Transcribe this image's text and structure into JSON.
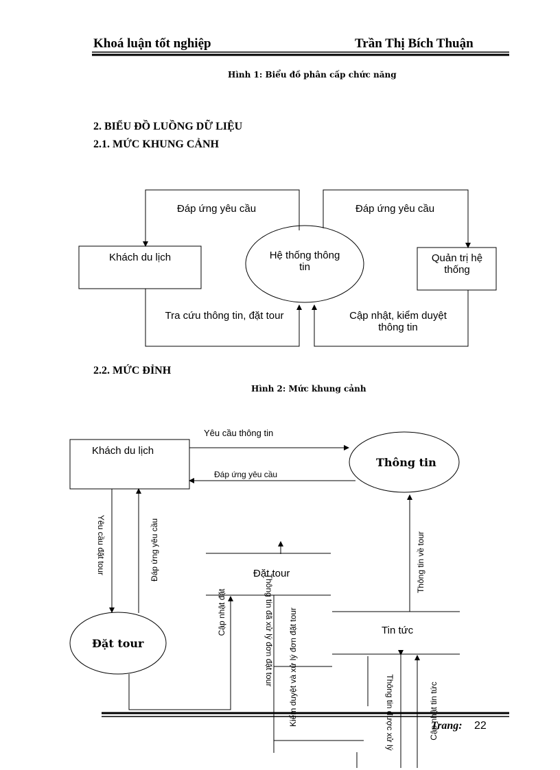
{
  "header": {
    "left": "Khoá luận tốt nghiệp",
    "right": "Trần Thị Bích Thuận"
  },
  "captions": {
    "fig1": "Hình 1: Biểu đồ phân cấp chức năng",
    "fig2": "Hình 2: Mức khung cảnh"
  },
  "headings": {
    "s2": "2. BIỂU ĐỒ LUỒNG DỮ LIỆU",
    "s21": "2.1. MỨC KHUNG CẢNH",
    "s22": "2.2. MỨC ĐỈNH"
  },
  "context_diagram": {
    "khach": "Khách du lịch",
    "he_thong": "Hệ thống thông tin",
    "quan_tri": "Quản trị hệ thống",
    "dap_ung_1": "Đáp ứng yêu cầu",
    "dap_ung_2": "Đáp ứng yêu cầu",
    "tra_cuu": "Tra cứu thông tin, đặt tour",
    "cap_nhat": "Cập nhật, kiểm duyệt thông tin"
  },
  "top_diagram": {
    "khach": "Khách du lịch",
    "thong_tin": "Thông tin",
    "dat_tour_process": "Đặt tour",
    "dat_tour_store": "Đặt tour",
    "tin_tuc_store": "Tin tức",
    "yeu_cau_thong_tin": "Yêu cầu thông tin",
    "dap_ung_yeu_cau": "Đáp ứng yêu cầu",
    "yeu_cau_dat_tour": "Yêu cầu đặt tour",
    "dap_ung_yeu_cau_v": "Đáp ứng yêu cầu",
    "cap_nhat_dat": "Cập nhật đặt",
    "thong_tin_da_xu_ly": "Thông tin đã xử lý đơn đặt tour",
    "kiem_duyet": "Kiểm duyệt và xử lý đơn đặt tour",
    "thong_tin_ve_tour": "Thông tin về tour",
    "thong_tin_duoc_xu_ly": "Thông tin được xử lý",
    "cap_nhat_tin_tuc": "Cập nhật tin tức"
  },
  "footer": {
    "label": "Trang:",
    "page": "22"
  }
}
